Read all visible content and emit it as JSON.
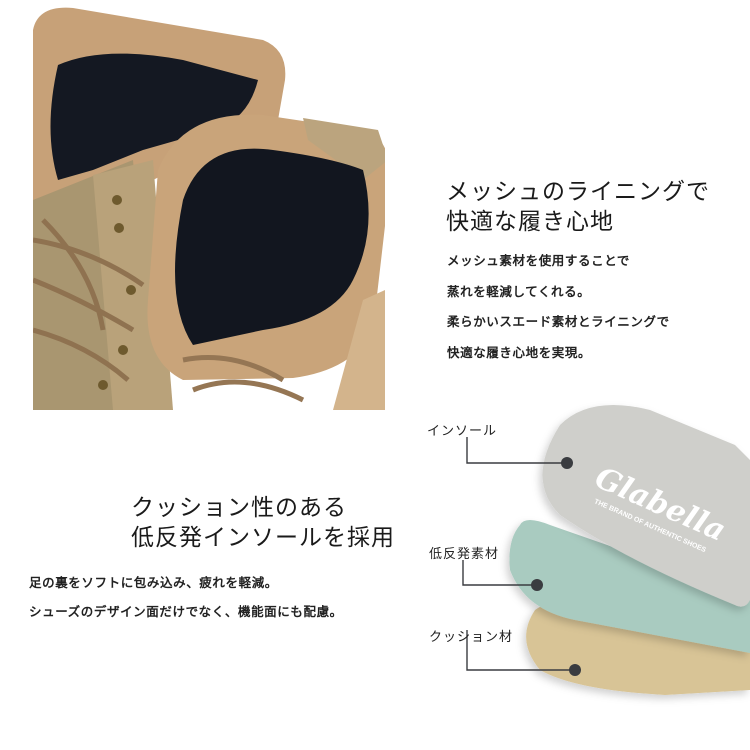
{
  "product_image": {
    "alt": "Tan suede lace-up boots viewed from above showing black mesh lining",
    "colors": {
      "suede": "#c9a47a",
      "lining": "#12161f",
      "canvas": "#a8966e",
      "laces": "#9c7c58"
    }
  },
  "mesh_section": {
    "heading_lines": [
      "メッシュのライニングで",
      "快適な履き心地"
    ],
    "body_lines": [
      "メッシュ素材を使用することで",
      "蒸れを軽減してくれる。",
      "柔らかいスエード素材とライニングで",
      "快適な履き心地を実現。"
    ]
  },
  "cushion_section": {
    "heading_lines": [
      "クッション性のある",
      "低反発インソールを採用"
    ],
    "body_lines": [
      "足の裏をソフトに包み込み、疲れを軽減。",
      "シューズのデザイン面だけでなく、機能面にも配慮。"
    ]
  },
  "insole_diagram": {
    "layers": [
      {
        "label": "インソール",
        "color": "#cfcfcb"
      },
      {
        "label": "低反発素材",
        "color": "#a9cbc0"
      },
      {
        "label": "クッション材",
        "color": "#d8c496"
      }
    ],
    "brand_logo": "Glabella",
    "brand_tagline": "THE BRAND OF AUTHENTIC SHOES",
    "marker_color": "#3a3c40"
  }
}
